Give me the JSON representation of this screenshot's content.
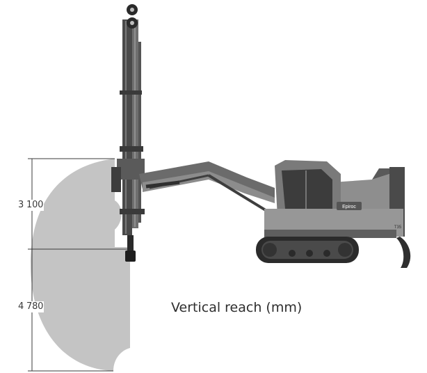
{
  "diagram": {
    "caption": "Vertical reach (mm)",
    "dimensions": [
      {
        "id": "upper",
        "value": "3 100"
      },
      {
        "id": "lower",
        "value": "4 780"
      }
    ],
    "machine": {
      "brand_badge": "Epiroc",
      "model_badge": "T35"
    },
    "colors": {
      "reach_area": "#c4c4c4",
      "dimension_line": "#3a3a3a",
      "machine_body": "#8e8e8e",
      "machine_dark": "#3c3c3c",
      "track": "#2b2b2b"
    }
  }
}
